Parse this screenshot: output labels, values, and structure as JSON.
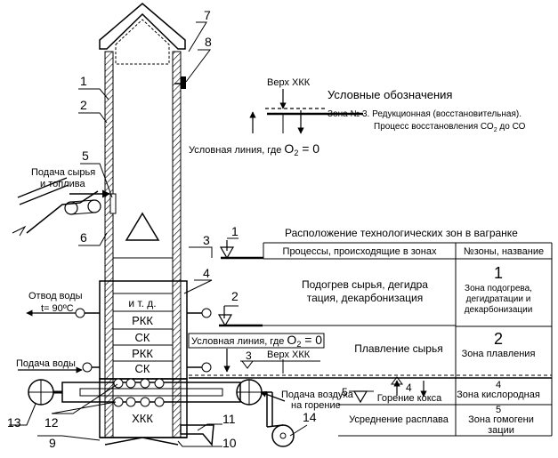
{
  "callouts": [
    "1",
    "2",
    "3",
    "4",
    "5",
    "6",
    "7",
    "8",
    "9",
    "10",
    "11",
    "12",
    "13",
    "14"
  ],
  "legend": {
    "title": "Условные обозначения",
    "top_label": "Верх ХКК",
    "zone3_line1": "Зона № 3. Редукционная (восстановительная).",
    "zone3_line2_a": "Процесс восстановления СО",
    "zone3_line2_sub": "2",
    "zone3_line2_b": " до СО",
    "cond_line_prefix": "Условная линия, где ",
    "cond_line_o": "O",
    "cond_line_sub": "2",
    "cond_line_suffix": " = 0"
  },
  "left_labels": {
    "feed": [
      "Подача сырья",
      "и топлива"
    ],
    "water_out": "Отвод воды",
    "water_temp": "t= 90ºC",
    "water_in": "Подача воды",
    "air_in": [
      "Подача воздуха",
      "на горение"
    ]
  },
  "charge_layers": [
    "и т. д.",
    "РКК",
    "СК",
    "РКК",
    "СК",
    "ХКК"
  ],
  "table": {
    "title": "Расположение технологических зон в вагранке",
    "col1_header": "Процессы, происходящие в зонах",
    "col2_header": "№зоны, название",
    "rows": [
      {
        "process": [
          "Подогрев сырья, дегидра",
          "тация, декарбонизация"
        ],
        "num": "1",
        "name": [
          "Зона подогрева,",
          "дегидратации и",
          "декарбонизации"
        ]
      },
      {
        "process": [
          "Плавление сырья"
        ],
        "num": "2",
        "name": [
          "Зона плавления"
        ]
      },
      {
        "process": [
          "Горение кокса"
        ],
        "num": "4",
        "name": [
          "Зона кислородная"
        ]
      },
      {
        "process": [
          "Усреднение расплава"
        ],
        "num": "5",
        "name": [
          "Зона гомогени",
          "зации"
        ]
      }
    ]
  },
  "inline_labels": {
    "cond_prefix": "Условная линия, где ",
    "cond_o": "O",
    "cond_sub": "2",
    "cond_suffix": " = 0",
    "top_hkk": "Верх ХКК",
    "marker_1": "1",
    "marker_2": "2",
    "marker_3": "3",
    "marker_4": "4",
    "marker_5": "5"
  }
}
